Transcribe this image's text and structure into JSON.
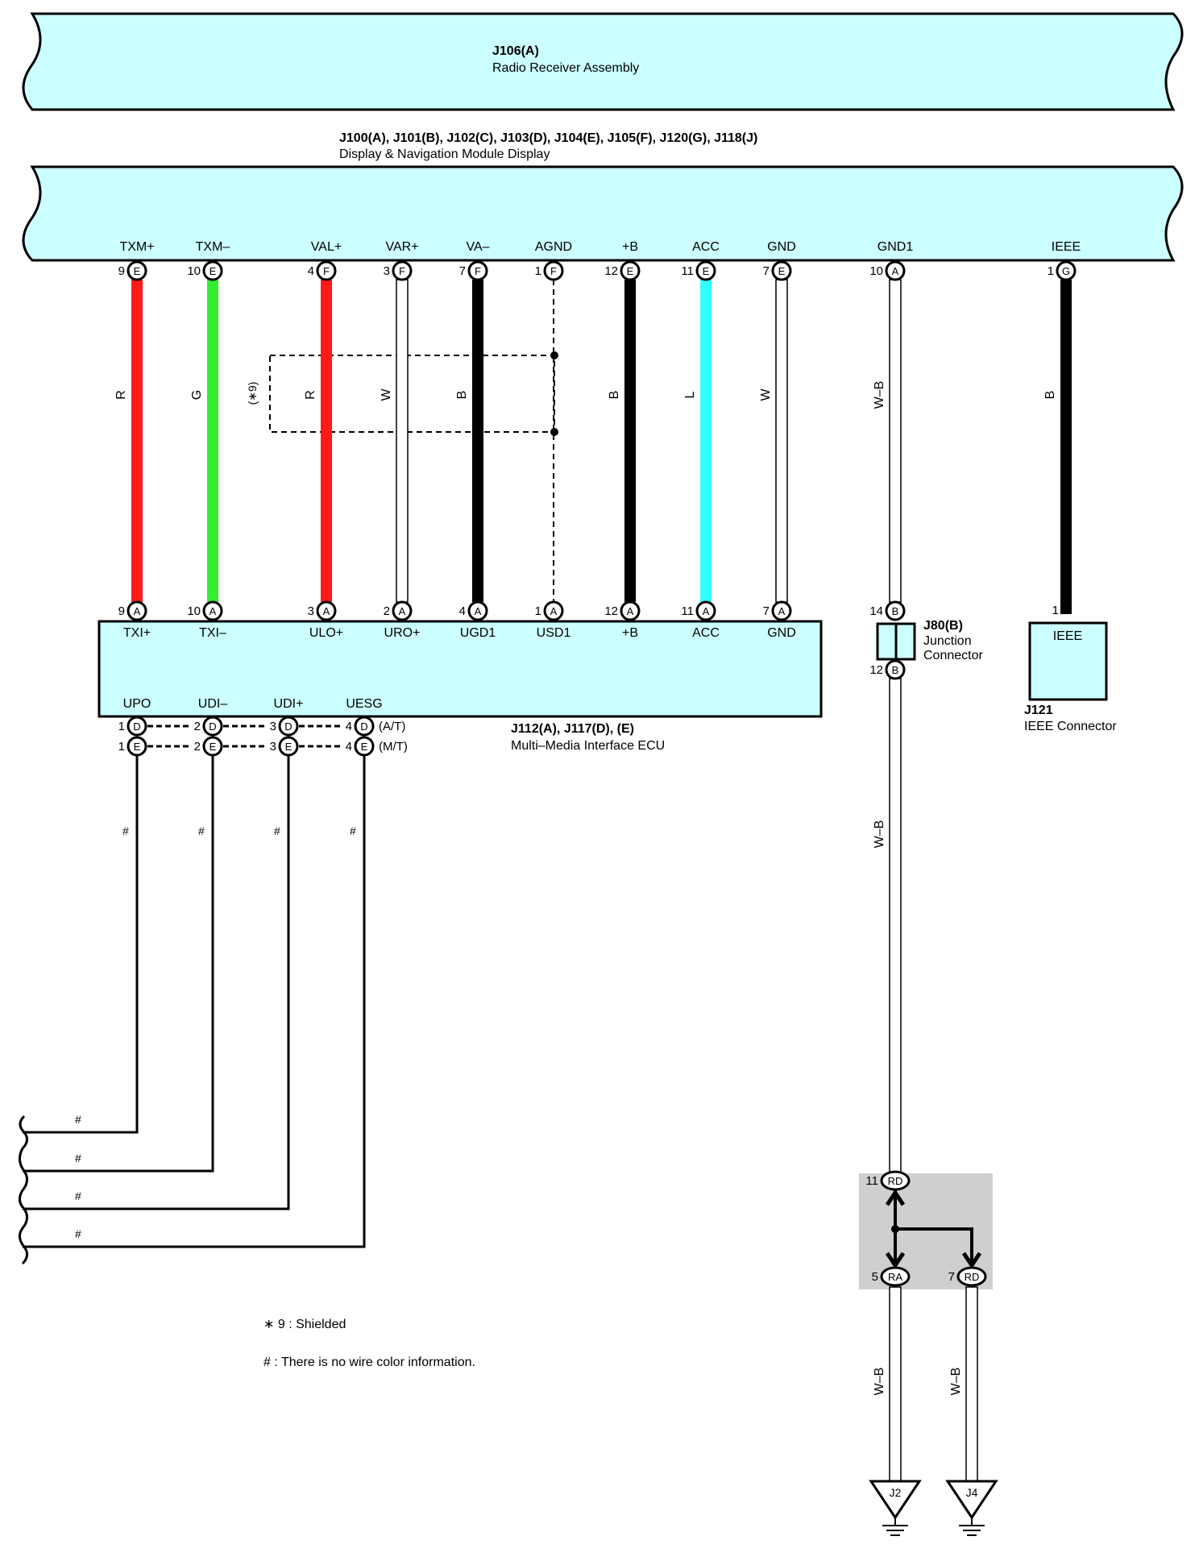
{
  "radio_receiver": {
    "id": "J106(A)",
    "name": "Radio Receiver Assembly"
  },
  "display_module": {
    "id": "J100(A), J101(B), J102(C), J103(D), J104(E), J105(F), J120(G), J118(J)",
    "name": "Display & Navigation Module Display"
  },
  "top_pins": [
    {
      "signal": "TXM+",
      "pin": "9",
      "conn": "E"
    },
    {
      "signal": "TXM–",
      "pin": "10",
      "conn": "E"
    },
    {
      "signal": "VAL+",
      "pin": "4",
      "conn": "F"
    },
    {
      "signal": "VAR+",
      "pin": "3",
      "conn": "F"
    },
    {
      "signal": "VA–",
      "pin": "7",
      "conn": "F"
    },
    {
      "signal": "AGND",
      "pin": "1",
      "conn": "F"
    },
    {
      "signal": "+B",
      "pin": "12",
      "conn": "E"
    },
    {
      "signal": "ACC",
      "pin": "11",
      "conn": "E"
    },
    {
      "signal": "GND",
      "pin": "7",
      "conn": "E"
    },
    {
      "signal": "GND1",
      "pin": "10",
      "conn": "A"
    },
    {
      "signal": "IEEE",
      "pin": "1",
      "conn": "G"
    }
  ],
  "wires": [
    {
      "color_code": "R",
      "color": "#ff1a1a"
    },
    {
      "color_code": "G",
      "color": "#33ee33"
    },
    {
      "color_code": "R",
      "color": "#ff1a1a"
    },
    {
      "color_code": "W",
      "color": "#ffffff"
    },
    {
      "color_code": "B",
      "color": "#000000"
    },
    {
      "color_code": "",
      "color": "dashed"
    },
    {
      "color_code": "B",
      "color": "#000000"
    },
    {
      "color_code": "L",
      "color": "#33ffff"
    },
    {
      "color_code": "W",
      "color": "#ffffff"
    },
    {
      "color_code": "W–B",
      "color": "#ffffff"
    },
    {
      "color_code": "B",
      "color": "#000000"
    }
  ],
  "shield_label": "(∗9)",
  "ecu": {
    "id": "J112(A), J117(D), (E)",
    "name": "Multi–Media Interface ECU",
    "top_pins": [
      {
        "signal": "TXI+",
        "pin": "9",
        "conn": "A"
      },
      {
        "signal": "TXI–",
        "pin": "10",
        "conn": "A"
      },
      {
        "signal": "ULO+",
        "pin": "3",
        "conn": "A"
      },
      {
        "signal": "URO+",
        "pin": "2",
        "conn": "A"
      },
      {
        "signal": "UGD1",
        "pin": "4",
        "conn": "A"
      },
      {
        "signal": "USD1",
        "pin": "1",
        "conn": "A"
      },
      {
        "signal": "+B",
        "pin": "12",
        "conn": "A"
      },
      {
        "signal": "ACC",
        "pin": "11",
        "conn": "A"
      },
      {
        "signal": "GND",
        "pin": "7",
        "conn": "A"
      }
    ],
    "bottom_pins": [
      {
        "signal": "UPO",
        "pin_d": "1",
        "pin_e": "1"
      },
      {
        "signal": "UDI–",
        "pin_d": "2",
        "pin_e": "2"
      },
      {
        "signal": "UDI+",
        "pin_d": "3",
        "pin_e": "3"
      },
      {
        "signal": "UESG",
        "pin_d": "4",
        "pin_e": "4"
      }
    ],
    "conn_d": "D",
    "conn_e": "E",
    "variant_d": "(A/T)",
    "variant_e": "(M/T)"
  },
  "junction": {
    "id": "J80(B)",
    "name_line1": "Junction",
    "name_line2": "Connector",
    "pin_top": "14",
    "pin_bottom": "12",
    "conn": "B"
  },
  "ieee_connector": {
    "id": "J121",
    "name": "IEEE Connector",
    "label": "IEEE",
    "pin": "1"
  },
  "hash": "#",
  "wb_label": "W–B",
  "ground_splice": {
    "top": {
      "pin": "11",
      "conn": "RD"
    },
    "left": {
      "pin": "5",
      "conn": "RA"
    },
    "right": {
      "pin": "7",
      "conn": "RD"
    }
  },
  "grounds": [
    "J2",
    "J4"
  ],
  "notes": [
    "∗ 9 : Shielded",
    "# : There is no wire color information."
  ]
}
